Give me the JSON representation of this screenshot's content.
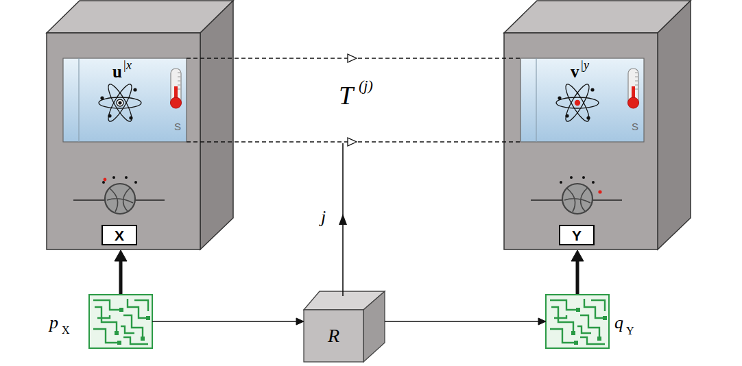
{
  "diagram": {
    "nodes": [
      {
        "text": [
          "u",
          "|x",
          "S"
        ]
      },
      {
        "text": [
          "X"
        ],
        "in": 0
      },
      {
        "text": [
          "v",
          "|y",
          "S"
        ]
      },
      {
        "text": [
          "Y"
        ],
        "in": 2
      },
      {
        "text": [
          "p⃗",
          "X"
        ]
      },
      {
        "text": [
          "R"
        ]
      },
      {
        "text": [
          "q⃗",
          "Y"
        ]
      }
    ],
    "edges": [
      {
        "from": 4,
        "to": 0,
        "arrow": "to"
      },
      {
        "from": 4,
        "to": 5,
        "arrow": "to"
      },
      {
        "from": 5,
        "to": 6,
        "arrow": "to"
      },
      {
        "from": 6,
        "to": 2,
        "arrow": "to"
      },
      {
        "from": 0,
        "to": 2,
        "arrow": "to"
      },
      {
        "from": 0,
        "to": 2,
        "arrow": "to"
      }
    ],
    "labels": [
      "T",
      "(j)",
      "j"
    ]
  }
}
